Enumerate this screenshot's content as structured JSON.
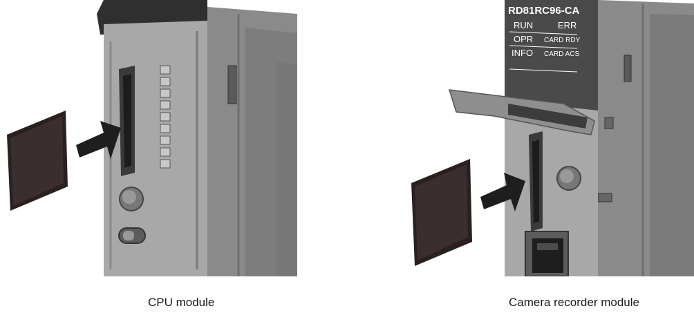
{
  "figures": [
    {
      "caption": "CPU module"
    },
    {
      "caption": "Camera recorder module",
      "module_label": {
        "model": "RD81RC96-CA",
        "row1_left": "RUN",
        "row1_right": "ERR",
        "row2_left": "OPR",
        "row2_right": "CARD RDY",
        "row3_left": "INFO",
        "row3_right": "CARD ACS"
      }
    }
  ],
  "colors": {
    "module_body": "#8c8c8c",
    "module_face": "#a6a6a6",
    "module_dark": "#4a4a4a",
    "card": "#2a2020",
    "arrow": "#1e1e1e"
  }
}
